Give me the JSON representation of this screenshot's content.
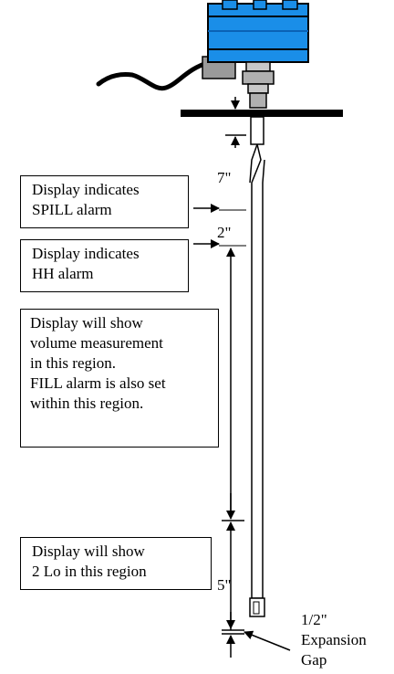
{
  "boxes": {
    "spill": [
      "Display indicates",
      "SPILL alarm"
    ],
    "hh": [
      "Display indicates",
      "HH alarm"
    ],
    "volume": [
      "Display will show",
      "volume measurement",
      "in this region.",
      "FILL alarm is also set",
      "within this region."
    ],
    "lo": [
      "Display will show",
      "2 Lo in this region"
    ]
  },
  "dimensions": {
    "spill_gap": "7\"",
    "hh_gap": "2\"",
    "lo_gap": "5\"",
    "expansion": [
      "1/2\"",
      "Expansion",
      "Gap"
    ]
  },
  "colors": {
    "housing": "#1a8ee8",
    "housing_dark": "#0a62b6",
    "ink": "#000000",
    "fitting": "#b0b0b0"
  }
}
